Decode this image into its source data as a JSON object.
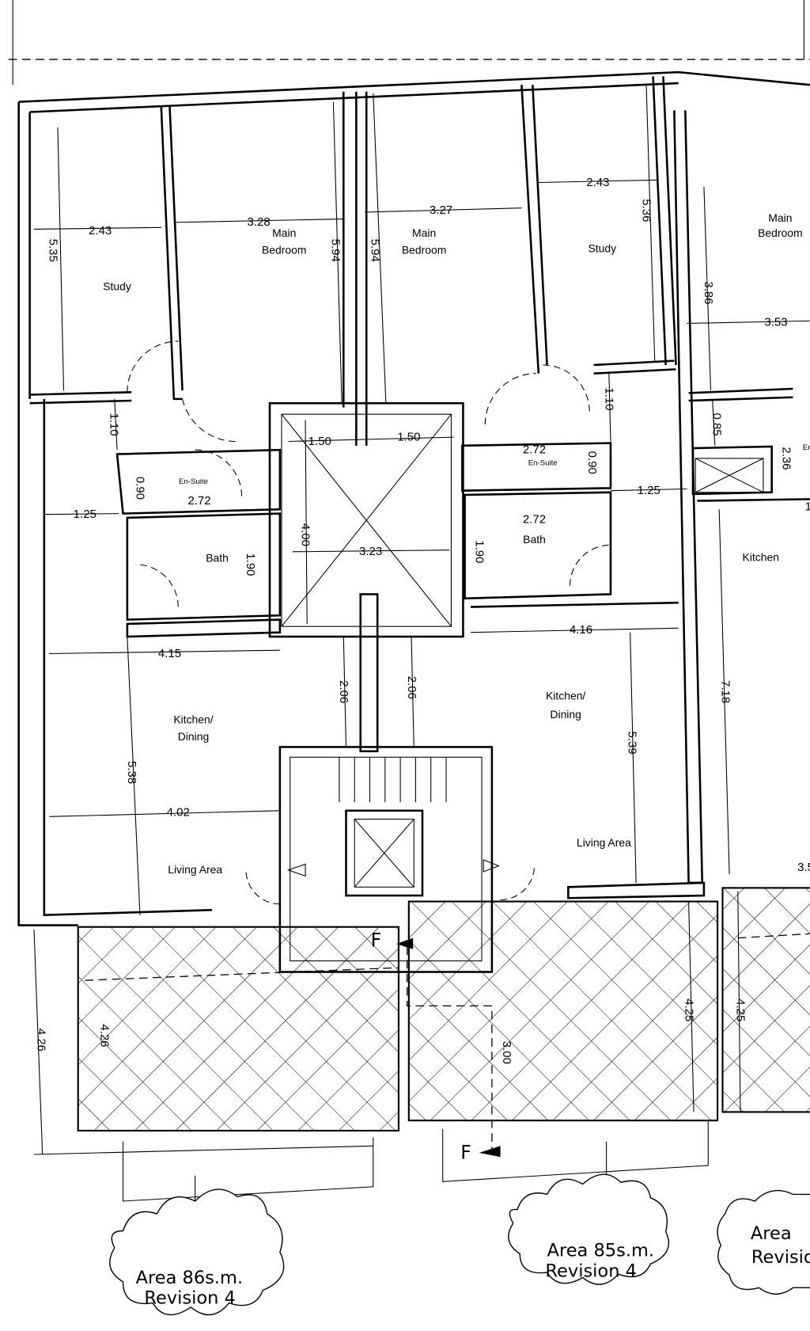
{
  "rooms": {
    "study_1": "Study",
    "main_bedroom_1": [
      "Main",
      "Bedroom"
    ],
    "main_bedroom_2": [
      "Main",
      "Bedroom"
    ],
    "study_2": "Study",
    "main_bedroom_3": [
      "Main",
      "Bedroom"
    ],
    "en_suite_1": "En-Suite",
    "en_suite_2": "En-Suite",
    "en_suite_3_partial": "En",
    "bath_1": "Bath",
    "bath_2": "Bath",
    "kitchen_3": "Kitchen",
    "kitchen_dining_1": [
      "Kitchen/",
      "Dining"
    ],
    "kitchen_dining_2": [
      "Kitchen/",
      "Dining"
    ],
    "living_area_1": "Living Area",
    "living_area_2": "Living Area"
  },
  "dimensions": [
    "2.43",
    "5.35",
    "3.28",
    "5.94",
    "5.94",
    "3.27",
    "2.43",
    "5.36",
    "3.86",
    "3.53",
    "1.10",
    "1.50",
    "1.50",
    "1.10",
    "2.72",
    "0.90",
    "0.85",
    "2.36",
    "0.90",
    "2.72",
    "1.25",
    "1.25",
    "4.00",
    "3.23",
    "2.72",
    "1.90",
    "1.90",
    "4.15",
    "4.16",
    "2.06",
    "2.06",
    "7.18",
    "5.39",
    "5.38",
    "4.02",
    "3.5",
    "4.26",
    "4.26",
    "3.00",
    "4.25",
    "4.25",
    "1"
  ],
  "section_markers": [
    "F",
    "F"
  ],
  "clouds": [
    {
      "line1": "Area 86s.m.",
      "line2": "Revision 4"
    },
    {
      "line1": "Area 85s.m.",
      "line2": "Revision 4"
    },
    {
      "line1": "Area",
      "line2": "Revision"
    }
  ],
  "colors": {
    "line": "#000000",
    "background": "#ffffff"
  }
}
